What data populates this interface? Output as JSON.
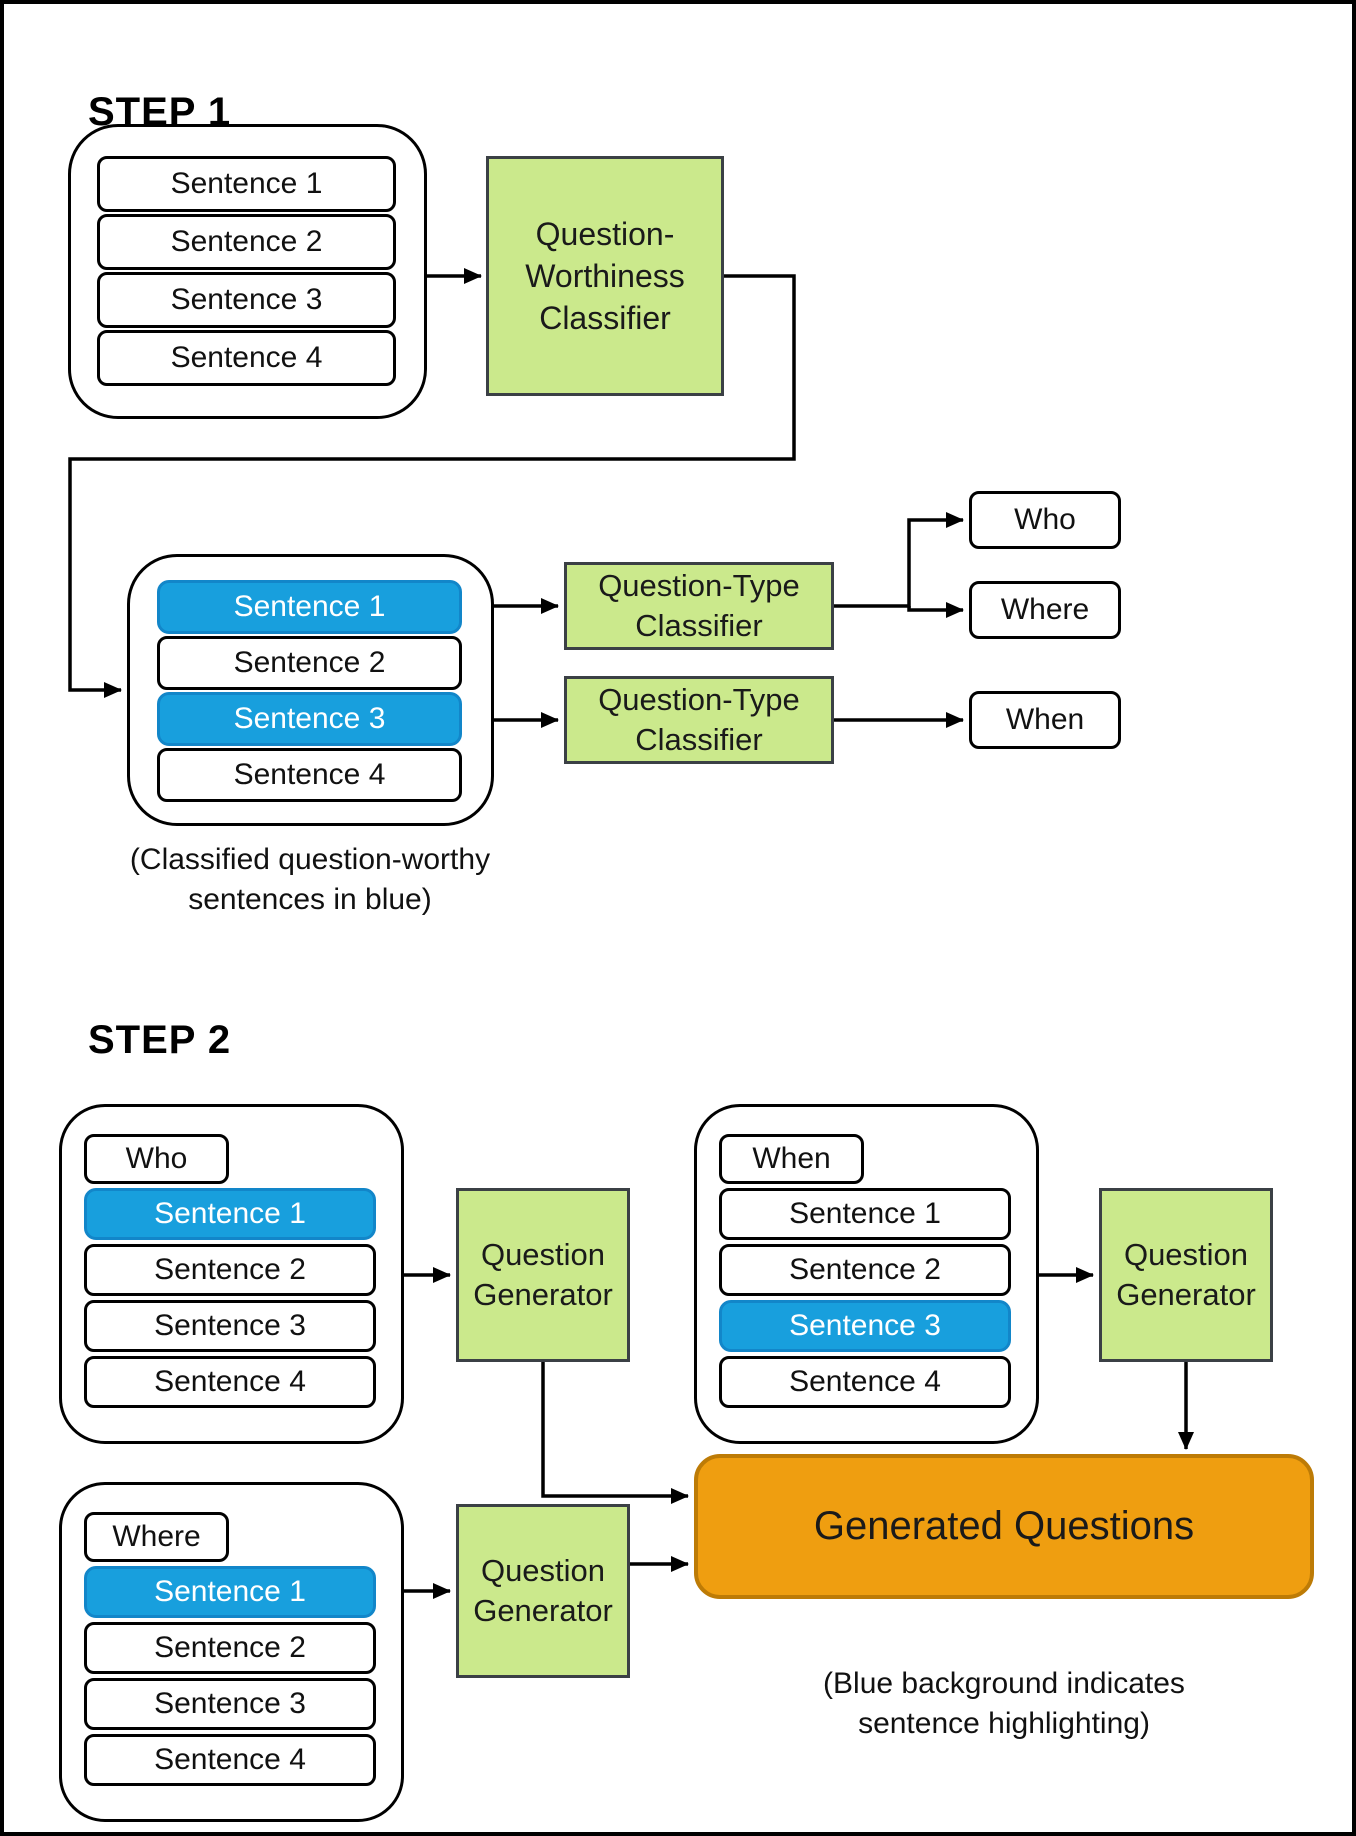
{
  "colors": {
    "highlight_blue": "#189fdd",
    "classifier_green": "#cbe98c",
    "generated_orange": "#ef9e10",
    "generated_orange_border": "#bd7b06",
    "line_black": "#000000"
  },
  "step1": {
    "heading": "STEP 1",
    "source_group": {
      "sentences": [
        "Sentence 1",
        "Sentence 2",
        "Sentence 3",
        "Sentence 4"
      ]
    },
    "worthiness_classifier": {
      "line1": "Question-",
      "line2": "Worthiness",
      "line3": "Classifier"
    },
    "classified_group": {
      "sentences": [
        {
          "label": "Sentence 1",
          "highlighted": true
        },
        {
          "label": "Sentence 2",
          "highlighted": false
        },
        {
          "label": "Sentence 3",
          "highlighted": true
        },
        {
          "label": "Sentence 4",
          "highlighted": false
        }
      ]
    },
    "type_classifier_1": {
      "line1": "Question-Type",
      "line2": "Classifier"
    },
    "type_classifier_2": {
      "line1": "Question-Type",
      "line2": "Classifier"
    },
    "question_types": {
      "who": "Who",
      "where": "Where",
      "when": "When"
    },
    "caption": {
      "line1": "(Classified question-worthy",
      "line2": "sentences in blue)"
    }
  },
  "step2": {
    "heading": "STEP 2",
    "who_group": {
      "tag": "Who",
      "sentences": [
        {
          "label": "Sentence 1",
          "highlighted": true
        },
        {
          "label": "Sentence 2",
          "highlighted": false
        },
        {
          "label": "Sentence 3",
          "highlighted": false
        },
        {
          "label": "Sentence 4",
          "highlighted": false
        }
      ]
    },
    "when_group": {
      "tag": "When",
      "sentences": [
        {
          "label": "Sentence 1",
          "highlighted": false
        },
        {
          "label": "Sentence 2",
          "highlighted": false
        },
        {
          "label": "Sentence 3",
          "highlighted": true
        },
        {
          "label": "Sentence 4",
          "highlighted": false
        }
      ]
    },
    "where_group": {
      "tag": "Where",
      "sentences": [
        {
          "label": "Sentence 1",
          "highlighted": true
        },
        {
          "label": "Sentence 2",
          "highlighted": false
        },
        {
          "label": "Sentence 3",
          "highlighted": false
        },
        {
          "label": "Sentence 4",
          "highlighted": false
        }
      ]
    },
    "generator": {
      "line1": "Question",
      "line2": "Generator"
    },
    "generated_questions": "Generated Questions",
    "caption": {
      "line1": "(Blue background indicates",
      "line2": "sentence highlighting)"
    }
  }
}
